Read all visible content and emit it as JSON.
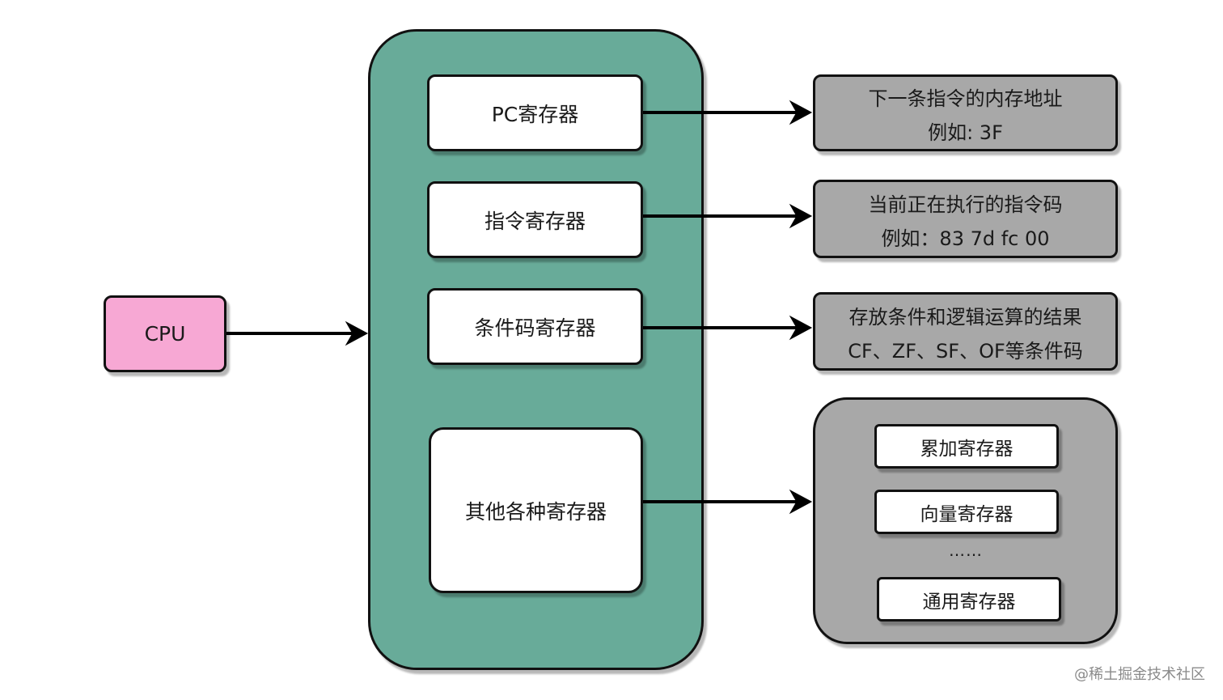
{
  "cpu": {
    "label": "CPU"
  },
  "registers": [
    {
      "label": "PC寄存器"
    },
    {
      "label": "指令寄存器"
    },
    {
      "label": "条件码寄存器"
    },
    {
      "label": "其他各种寄存器"
    }
  ],
  "notes": [
    {
      "line1": "下一条指令的内存地址",
      "line2": "例如: 3F"
    },
    {
      "line1": "当前正在执行的指令码",
      "line2": "例如：83 7d fc 00"
    },
    {
      "line1": "存放条件和逻辑运算的结果",
      "line2": "CF、ZF、SF、OF等条件码"
    }
  ],
  "other_registers": {
    "items": [
      "累加寄存器",
      "向量寄存器",
      "通用寄存器"
    ],
    "ellipsis": "……"
  },
  "watermark": "@稀土掘金技术社区",
  "colors": {
    "cpu": "#f7a8d4",
    "register_file": "#68ab99",
    "note": "#a8a8a8",
    "register": "#ffffff"
  }
}
